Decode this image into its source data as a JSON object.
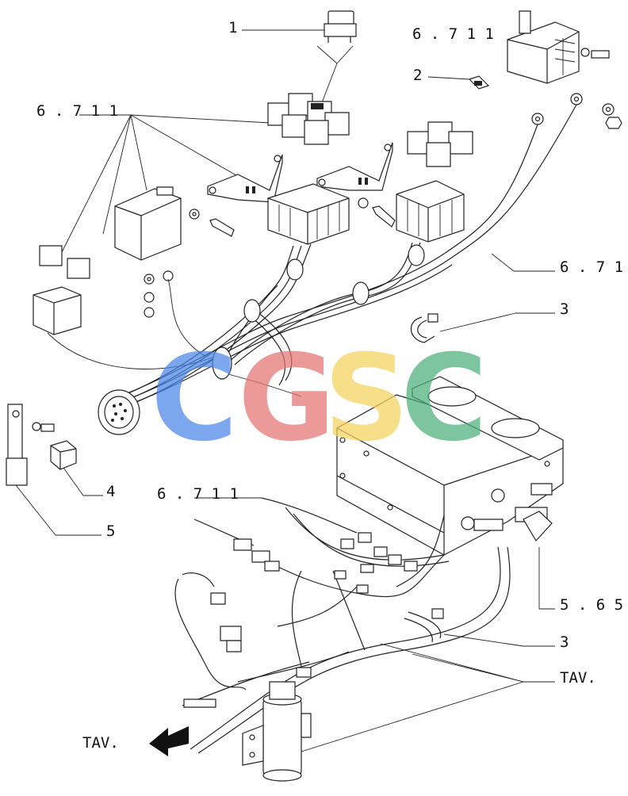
{
  "callouts": {
    "c1": "1",
    "c2": "2",
    "c3a": "3",
    "c3b": "3",
    "c4": "4",
    "c5": "5",
    "c6711_top_right": "6 . 7 1 1",
    "c6711_top_left": "6 . 7 1 1",
    "c671_right": "6 . 7 1",
    "c6711_mid": "6 . 7 1 1",
    "c565": "5 . 6 5",
    "tav_right": "TAV.",
    "tav_left": "TAV."
  },
  "watermark": {
    "letters": [
      "C",
      "G",
      "S",
      "C"
    ],
    "colors": [
      "#4a86e8",
      "#e57373",
      "#f4d35e",
      "#4caf7a"
    ]
  }
}
